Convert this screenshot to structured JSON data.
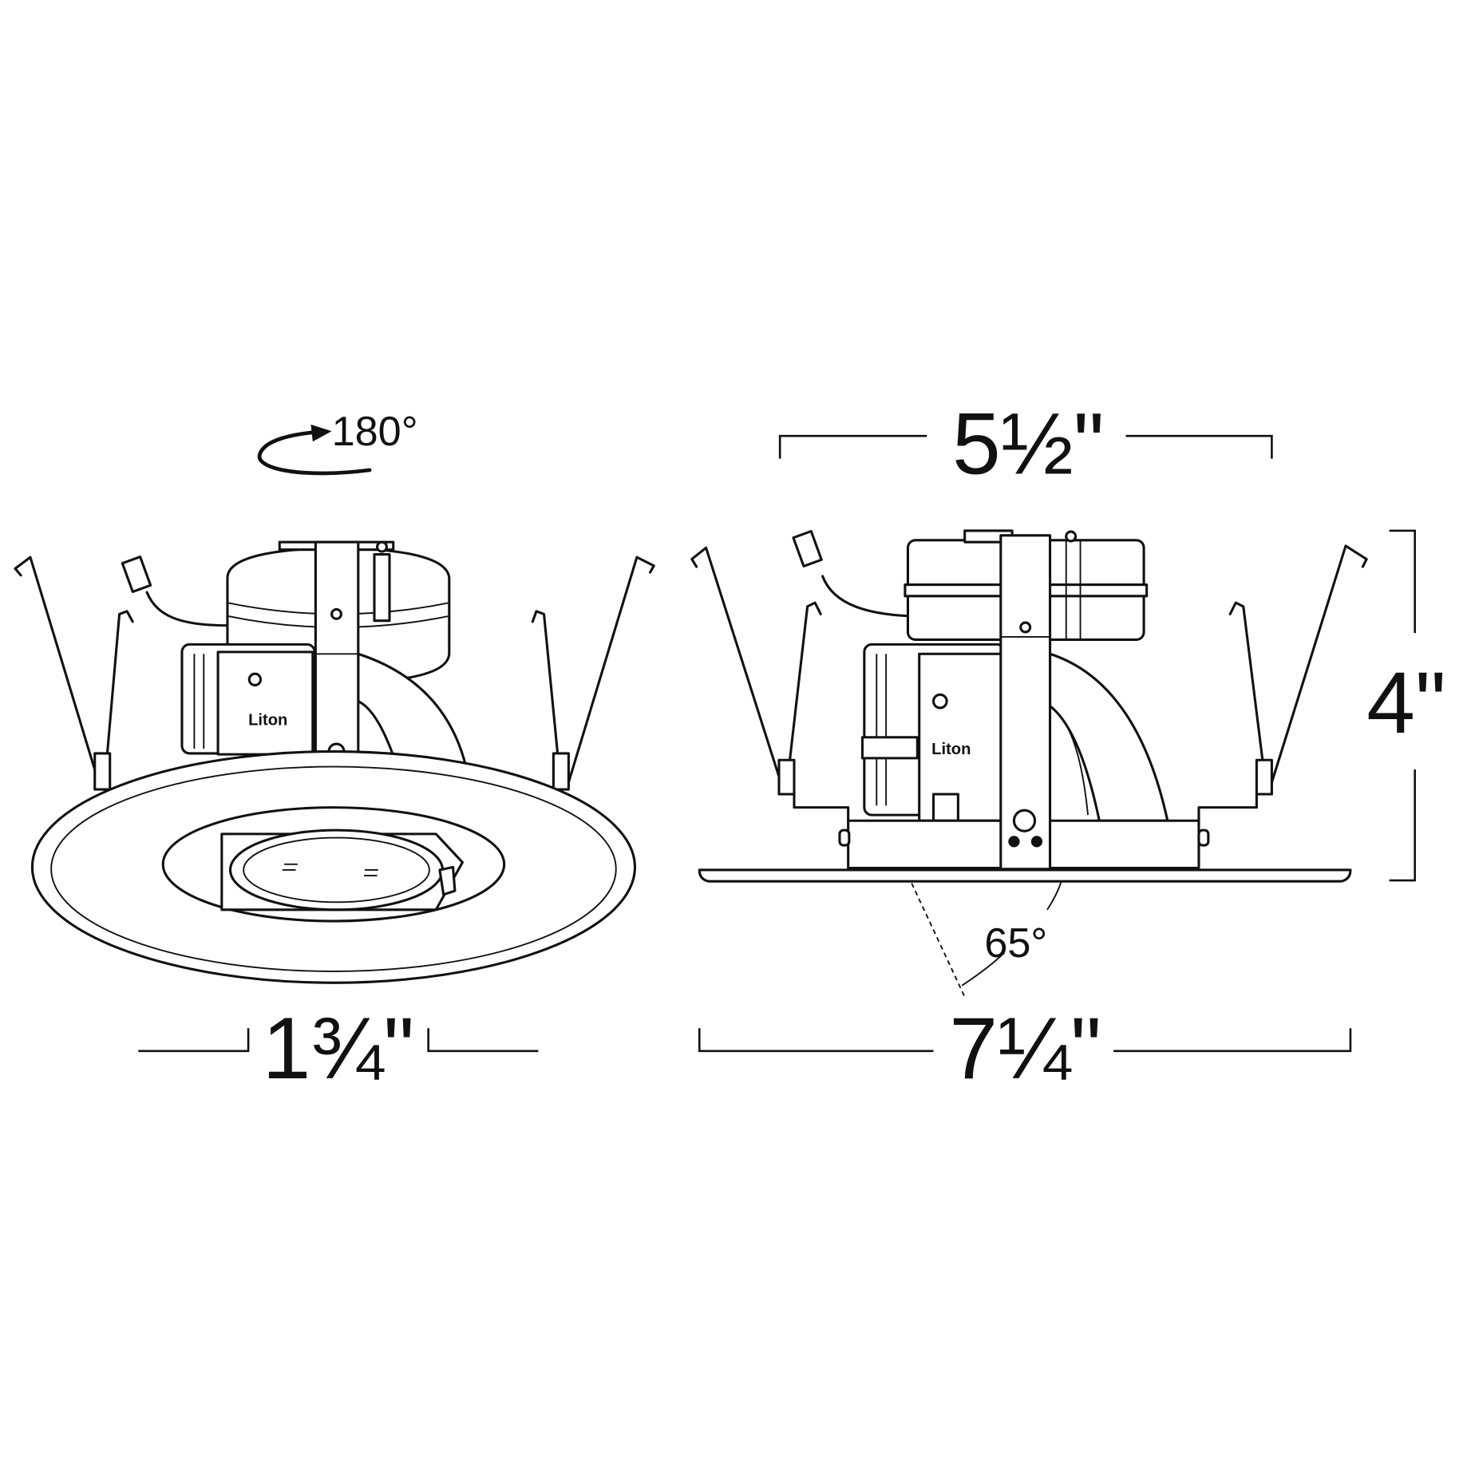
{
  "brand_logo": "Liton",
  "left_view": {
    "rotation_label": "180°",
    "aperture_dimension": "1¾\""
  },
  "right_view": {
    "housing_width": "5½\"",
    "height": "4\"",
    "tilt_angle": "65°",
    "trim_diameter": "7¼\""
  },
  "colors": {
    "line": "#111111",
    "background": "#ffffff"
  }
}
